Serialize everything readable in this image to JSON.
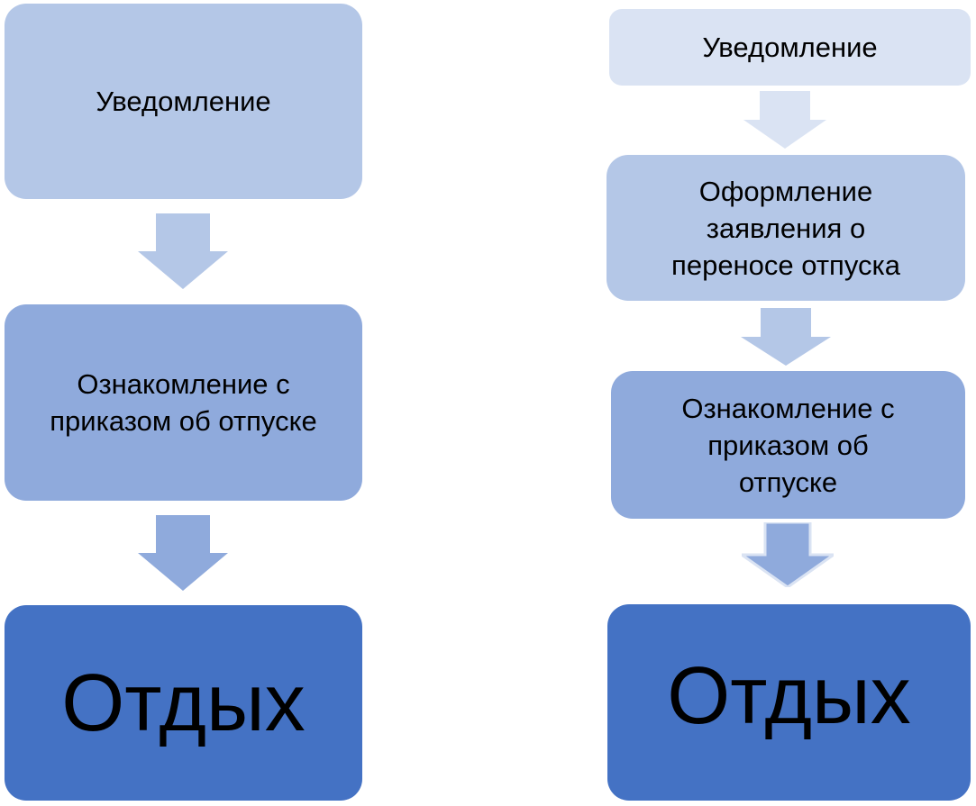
{
  "colors": {
    "level1_left": "#b4c7e7",
    "level1_right": "#dae3f3",
    "level2": "#b4c7e7",
    "level3": "#8faadc",
    "final": "#4472c4",
    "text": "#000000"
  },
  "left_flow": {
    "step1": "Уведомление",
    "step2": "Ознакомление с приказом об отпуске",
    "step3": "Отдых"
  },
  "right_flow": {
    "step1": "Уведомление",
    "step2": "Оформление заявления о переносе отпуска",
    "step3": "Ознакомление с приказом об отпуске",
    "step4": "Отдых"
  }
}
